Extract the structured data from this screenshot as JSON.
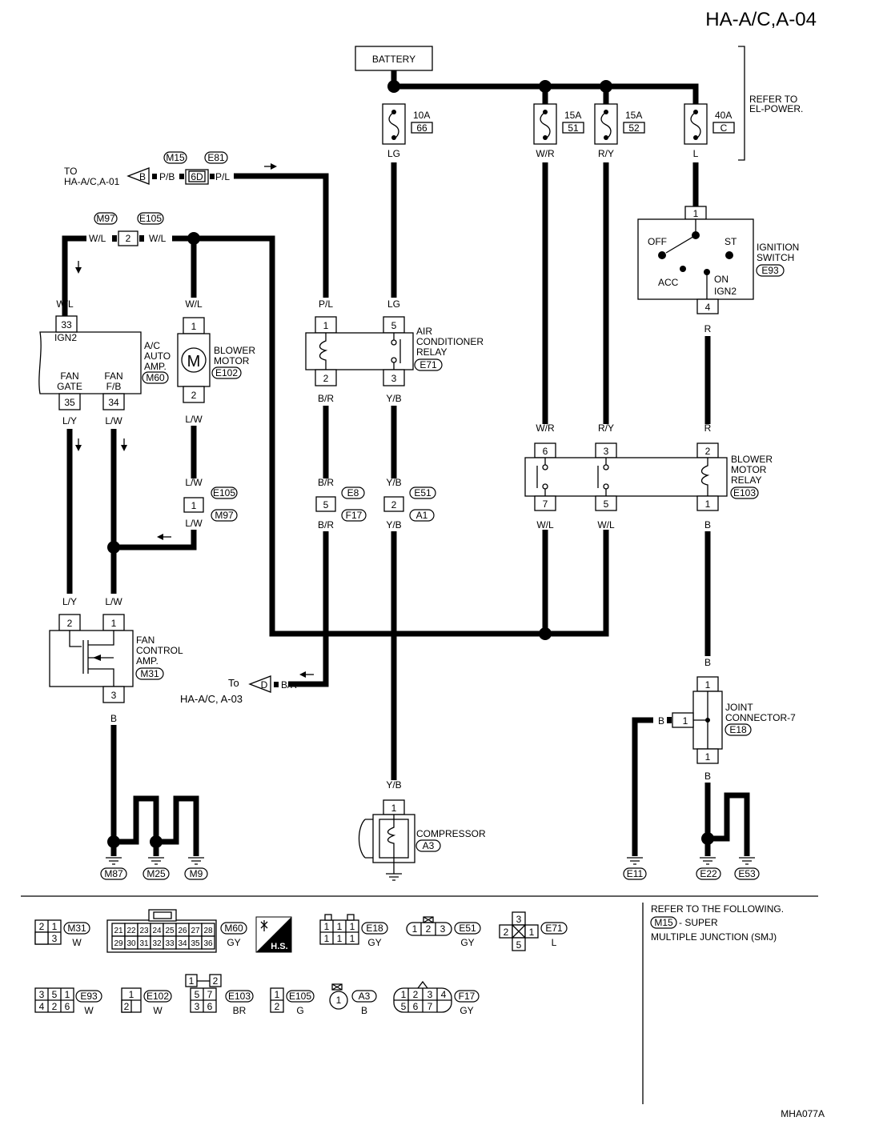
{
  "header": {
    "title": "HA-A/C,A-04",
    "code": "MHA077A"
  },
  "battery": "BATTERY",
  "refer_power": [
    "REFER TO",
    "EL-POWER."
  ],
  "fuses": [
    {
      "amp": "10A",
      "no": "66",
      "color": "LG"
    },
    {
      "amp": "15A",
      "no": "51",
      "color": "W/R"
    },
    {
      "amp": "15A",
      "no": "52",
      "color": "R/Y"
    },
    {
      "amp": "40A",
      "no": "C",
      "color": "L"
    }
  ],
  "components": {
    "ac_amp": {
      "lines": [
        "A/C",
        "AUTO",
        "AMP."
      ],
      "id": "M60",
      "pin_ign2": "IGN2",
      "fan_gate": [
        "FAN",
        "GATE"
      ],
      "fan_fb": [
        "FAN",
        "F/B"
      ]
    },
    "blower_motor": {
      "lines": [
        "BLOWER",
        "MOTOR"
      ],
      "id": "E102",
      "symbol": "M"
    },
    "ac_relay": {
      "lines": [
        "AIR",
        "CONDITIONER",
        "RELAY"
      ],
      "id": "E71"
    },
    "ign_switch": {
      "lines": [
        "IGNITION",
        "SWITCH"
      ],
      "id": "E93",
      "off": "OFF",
      "st": "ST",
      "acc": "ACC",
      "on": "ON",
      "ign2": "IGN2"
    },
    "blower_relay": {
      "lines": [
        "BLOWER",
        "MOTOR",
        "RELAY"
      ],
      "id": "E103"
    },
    "fan_amp": {
      "lines": [
        "FAN",
        "CONTROL",
        "AMP."
      ],
      "id": "M31"
    },
    "joint7": {
      "lines": [
        "JOINT",
        "CONNECTOR-7"
      ],
      "id": "E18"
    },
    "compressor": {
      "lines": [
        "COMPRESSOR"
      ],
      "id": "A3"
    }
  },
  "offpage": {
    "to_a01": {
      "lines": [
        "TO",
        "HA-A/C,A-01"
      ],
      "letter": "B"
    },
    "to_a03": {
      "lines": [
        "To",
        "HA-A/C, A-03"
      ],
      "letter": "D"
    }
  },
  "connectors": {
    "m15": "M15",
    "e81": "E81",
    "6d": "6D",
    "m97": "M97",
    "e105": "E105",
    "e8": "E8",
    "f17": "F17",
    "e51": "E51",
    "a1": "A1"
  },
  "pins": [
    "1",
    "2",
    "3",
    "4",
    "5",
    "6",
    "7",
    "33",
    "34",
    "35"
  ],
  "wire_colors": [
    "P/B",
    "P/L",
    "W/L",
    "L/Y",
    "L/W",
    "B/R",
    "Y/B",
    "B",
    "R"
  ],
  "grounds": [
    "M87",
    "M25",
    "M9",
    "E11",
    "E22",
    "E53"
  ],
  "legend": {
    "refer": [
      "REFER TO THE FOLLOWING.",
      "- SUPER",
      "MULTIPLE JUNCTION (SMJ)"
    ],
    "refer_id": "M15",
    "hs": "H.S.",
    "items": [
      {
        "id": "M31",
        "color": "W"
      },
      {
        "id": "M60",
        "color": "GY"
      },
      {
        "id": "E18",
        "color": "GY"
      },
      {
        "id": "E51",
        "color": "GY"
      },
      {
        "id": "E71",
        "color": "L"
      },
      {
        "id": "E93",
        "color": "W"
      },
      {
        "id": "E102",
        "color": "W"
      },
      {
        "id": "E103",
        "color": "BR"
      },
      {
        "id": "E105",
        "color": "G"
      },
      {
        "id": "A3",
        "color": "B"
      },
      {
        "id": "F17",
        "color": "GY"
      }
    ],
    "m60_pins_top": [
      "21",
      "22",
      "23",
      "24",
      "25",
      "26",
      "27",
      "28"
    ],
    "m60_pins_bot": [
      "29",
      "30",
      "31",
      "32",
      "33",
      "34",
      "35",
      "36"
    ]
  }
}
